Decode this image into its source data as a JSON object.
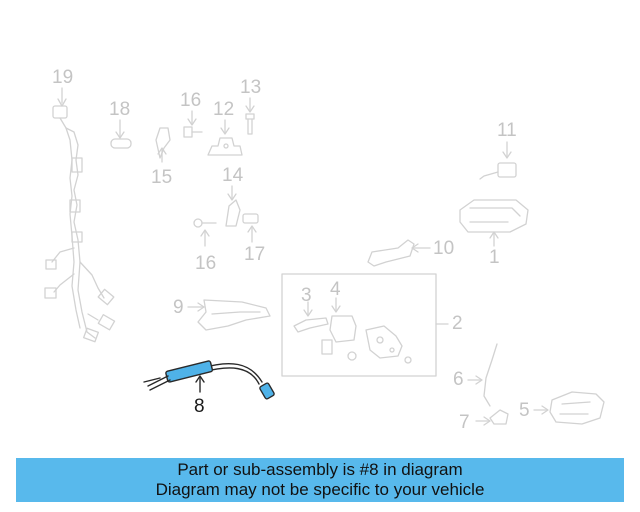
{
  "callouts": {
    "c19": "19",
    "c18": "18",
    "c16a": "16",
    "c12": "12",
    "c13": "13",
    "c15": "15",
    "c14": "14",
    "c16b": "16",
    "c17": "17",
    "c11": "11",
    "c10": "10",
    "c1": "1",
    "c2": "2",
    "c3": "3",
    "c4": "4",
    "c9": "9",
    "c6": "6",
    "c7": "7",
    "c5": "5",
    "c8": "8"
  },
  "highlight": {
    "part_number": "8",
    "color": "#4fb2e8"
  },
  "colors": {
    "faded_part": "#d2d2d2",
    "callout_text": "#c4c4c4",
    "banner": "#58b9ec"
  },
  "banner": {
    "line1": "Part or sub-assembly is #8 in diagram",
    "line2": "Diagram may not be specific to your vehicle"
  }
}
